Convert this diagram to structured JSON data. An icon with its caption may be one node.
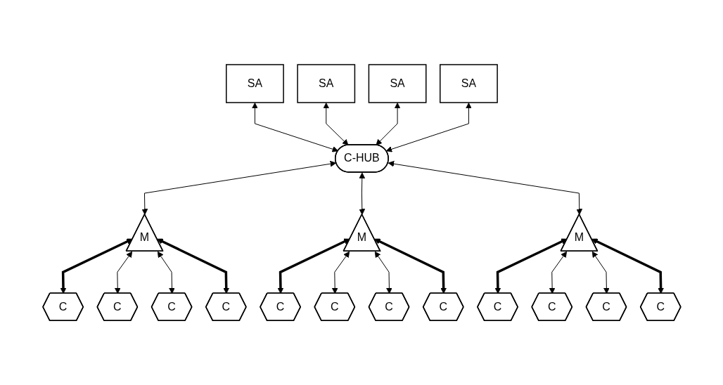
{
  "diagram": {
    "nodes": [
      {
        "text": [
          "SA"
        ]
      },
      {
        "text": [
          "SA"
        ]
      },
      {
        "text": [
          "SA"
        ]
      },
      {
        "text": [
          "SA"
        ]
      },
      {
        "text": [
          "C-HUB"
        ]
      },
      {
        "text": [
          "M"
        ]
      },
      {
        "text": [
          "M"
        ]
      },
      {
        "text": [
          "M"
        ]
      },
      {
        "text": [
          "C"
        ]
      },
      {
        "text": [
          "C"
        ]
      },
      {
        "text": [
          "C"
        ]
      },
      {
        "text": [
          "C"
        ]
      },
      {
        "text": [
          "C"
        ]
      },
      {
        "text": [
          "C"
        ]
      },
      {
        "text": [
          "C"
        ]
      },
      {
        "text": [
          "C"
        ]
      },
      {
        "text": [
          "C"
        ]
      },
      {
        "text": [
          "C"
        ]
      },
      {
        "text": [
          "C"
        ]
      },
      {
        "text": [
          "C"
        ]
      }
    ],
    "edges": [
      {
        "from": 0,
        "to": 4,
        "arrow": "both"
      },
      {
        "from": 1,
        "to": 4,
        "arrow": "both"
      },
      {
        "from": 2,
        "to": 4,
        "arrow": "both"
      },
      {
        "from": 3,
        "to": 4,
        "arrow": "both"
      },
      {
        "from": 4,
        "to": 5,
        "arrow": "both"
      },
      {
        "from": 4,
        "to": 6,
        "arrow": "both"
      },
      {
        "from": 4,
        "to": 7,
        "arrow": "both"
      },
      {
        "from": 5,
        "to": 8,
        "arrow": "both",
        "style": "thick"
      },
      {
        "from": 5,
        "to": 9,
        "arrow": "both"
      },
      {
        "from": 5,
        "to": 10,
        "arrow": "both"
      },
      {
        "from": 5,
        "to": 11,
        "arrow": "both",
        "style": "thick"
      },
      {
        "from": 6,
        "to": 12,
        "arrow": "both",
        "style": "thick"
      },
      {
        "from": 6,
        "to": 13,
        "arrow": "both"
      },
      {
        "from": 6,
        "to": 14,
        "arrow": "both"
      },
      {
        "from": 6,
        "to": 15,
        "arrow": "both",
        "style": "thick"
      },
      {
        "from": 7,
        "to": 16,
        "arrow": "both",
        "style": "thick"
      },
      {
        "from": 7,
        "to": 17,
        "arrow": "both"
      },
      {
        "from": 7,
        "to": 18,
        "arrow": "both"
      },
      {
        "from": 7,
        "to": 19,
        "arrow": "both",
        "style": "thick"
      }
    ]
  }
}
